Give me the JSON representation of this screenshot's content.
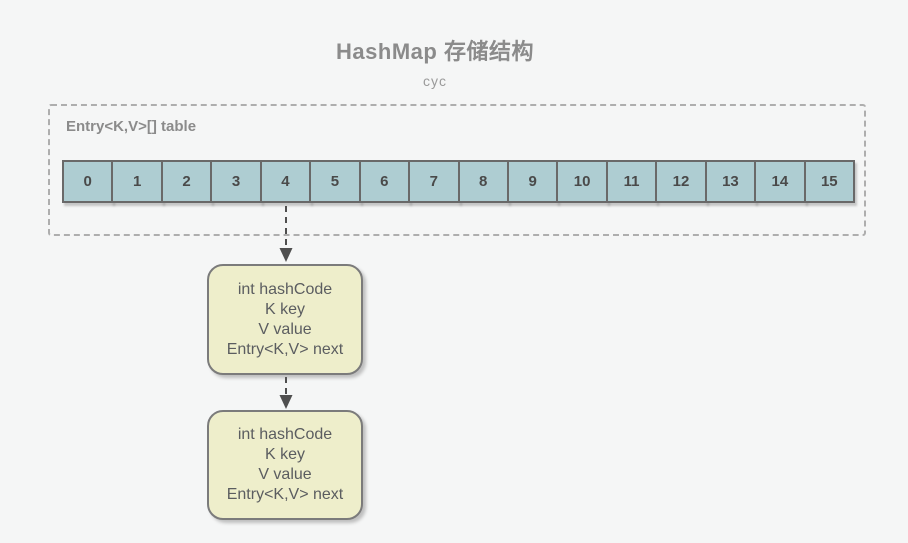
{
  "diagram": {
    "title": "HashMap 存储结构",
    "subtitle": "cyc",
    "table_label": "Entry<K,V>[] table",
    "cells": [
      "0",
      "1",
      "2",
      "3",
      "4",
      "5",
      "6",
      "7",
      "8",
      "9",
      "10",
      "11",
      "12",
      "13",
      "14",
      "15"
    ],
    "entry_nodes": [
      {
        "fields": [
          "int hashCode",
          "K key",
          "V value",
          "Entry<K,V> next"
        ]
      },
      {
        "fields": [
          "int hashCode",
          "K key",
          "V value",
          "Entry<K,V> next"
        ]
      }
    ],
    "arrow_source_cell": "4",
    "colors": {
      "background": "#f5f6f6",
      "title_text": "#8b8b8b",
      "cell_fill": "#aecdd2",
      "cell_border": "#696969",
      "cell_text": "#4a4a4a",
      "node_fill": "#eeeecb",
      "node_border": "#7b7b7b",
      "node_text": "#5b5d60",
      "dashed_container_border": "#aeaeae",
      "arrow": "#4f4f4f"
    }
  }
}
